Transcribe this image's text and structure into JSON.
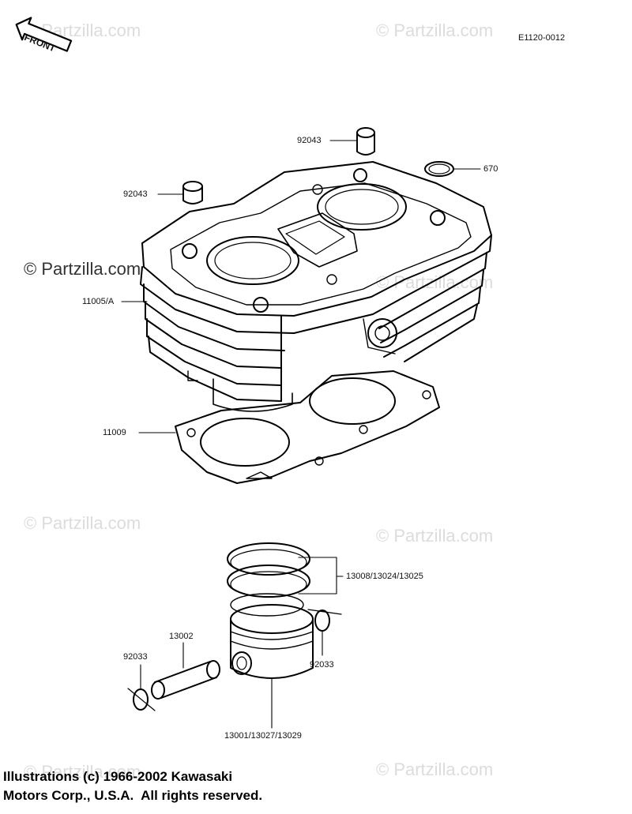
{
  "diagram_code": "E1120-0012",
  "front_badge": "FRONT",
  "watermark": "© Partzilla.com",
  "parts": {
    "p92043_a": "92043",
    "p92043_b": "92043",
    "p670": "670",
    "p11005": "11005/A",
    "p11009": "11009",
    "p13008": "13008/13024/13025",
    "p13002": "13002",
    "p92033_left": "92033",
    "p92033_right": "92033",
    "p13001": "13001/13027/13029"
  },
  "footer": {
    "line1": "Illustrations (c) 1966-2002 Kawasaki",
    "line2": "Motors Corp., U.S.A.  All rights reserved."
  }
}
